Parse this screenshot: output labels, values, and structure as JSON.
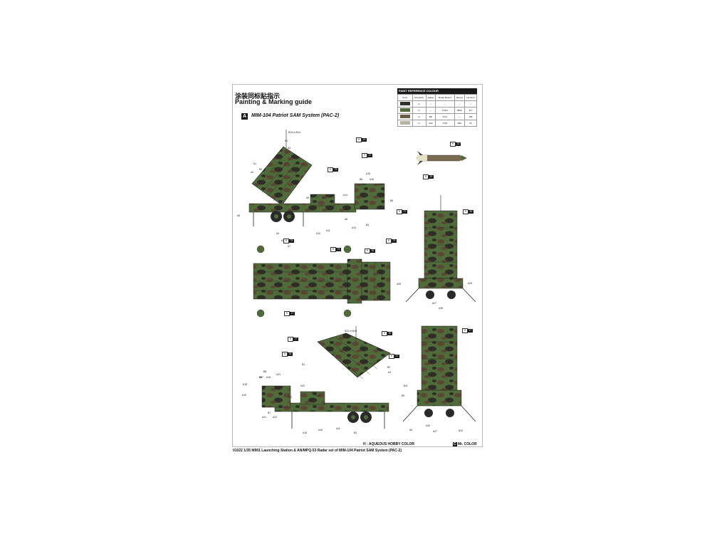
{
  "header": {
    "title_cn": "涂装同标贴指示",
    "title_en": "Painting & Marking guide",
    "section_letter": "A",
    "section_title": "MIM-104 Patriot SAM System (PAC-2)"
  },
  "reference": {
    "title": "PAINT REFERENCE COLOUR",
    "columns": [
      "Color",
      "Mr.Hobby",
      "Vallejo",
      "Model Master",
      "Tamiya",
      "Humbrol"
    ],
    "rows": [
      {
        "color": "#2e3328",
        "code": "H",
        "cells": [
          "—",
          "—",
          "—",
          "—"
        ]
      },
      {
        "color": "#4f6b3a",
        "code": "H",
        "cells": [
          "—",
          "71012",
          "4850",
          "117"
        ]
      },
      {
        "color": "#6b5a44",
        "code": "H",
        "cells": [
          "BD",
          "1721",
          "—",
          "186"
        ]
      },
      {
        "color": "#b8b2a0",
        "code": "H",
        "cells": [
          "A62",
          "1749",
          "4RS",
          "33"
        ]
      }
    ]
  },
  "labels": [
    "B13 or B14",
    "B1",
    "A3",
    "A1",
    "B2",
    "A2",
    "A6",
    "A4",
    "A5",
    "A9",
    "A12",
    "A14",
    "A15",
    "A16",
    "B5",
    "B6",
    "B4",
    "A13",
    "A10",
    "A11",
    "A7",
    "A8",
    "A25",
    "A26",
    "A27",
    "A28",
    "B13 or B15",
    "B1",
    "B2",
    "A2",
    "A1",
    "A21",
    "A24",
    "A20",
    "B12",
    "A23",
    "B8",
    "B9",
    "A17",
    "A16",
    "A18",
    "A19",
    "A22",
    "B7",
    "A21",
    "A15",
    "A16",
    "B3",
    "A11",
    "B11",
    "B9",
    "A6",
    "A29",
    "A27",
    "B10"
  ],
  "paint_tags": [
    {
      "h": "H",
      "n": "10"
    },
    {
      "h": "H",
      "n": "17"
    },
    {
      "h": "H",
      "n": "73"
    },
    {
      "h": "H",
      "n": "17"
    },
    {
      "h": "H",
      "n": "40"
    },
    {
      "h": "H",
      "n": "10"
    },
    {
      "h": "H",
      "n": "73"
    },
    {
      "h": "H",
      "n": "40"
    },
    {
      "h": "H",
      "n": "17"
    },
    {
      "h": "H",
      "n": "17"
    },
    {
      "h": "H",
      "n": "40"
    },
    {
      "h": "H",
      "n": "73"
    },
    {
      "h": "H",
      "n": "17"
    },
    {
      "h": "H",
      "n": "10"
    },
    {
      "h": "H",
      "n": "40"
    },
    {
      "h": "H",
      "n": "17"
    },
    {
      "h": "H",
      "n": "73"
    }
  ],
  "footer": {
    "text": "01022  1/35  M901 Launching Station  & AN/MPQ-53 Radar set of MIM-104 Patriot SAM System (PAC-2)",
    "legend_h": "H",
    "legend_h_label": "AQUEOUS HOBBY COLOR",
    "legend_c": "C",
    "legend_c_label": "Mr. COLOR"
  }
}
